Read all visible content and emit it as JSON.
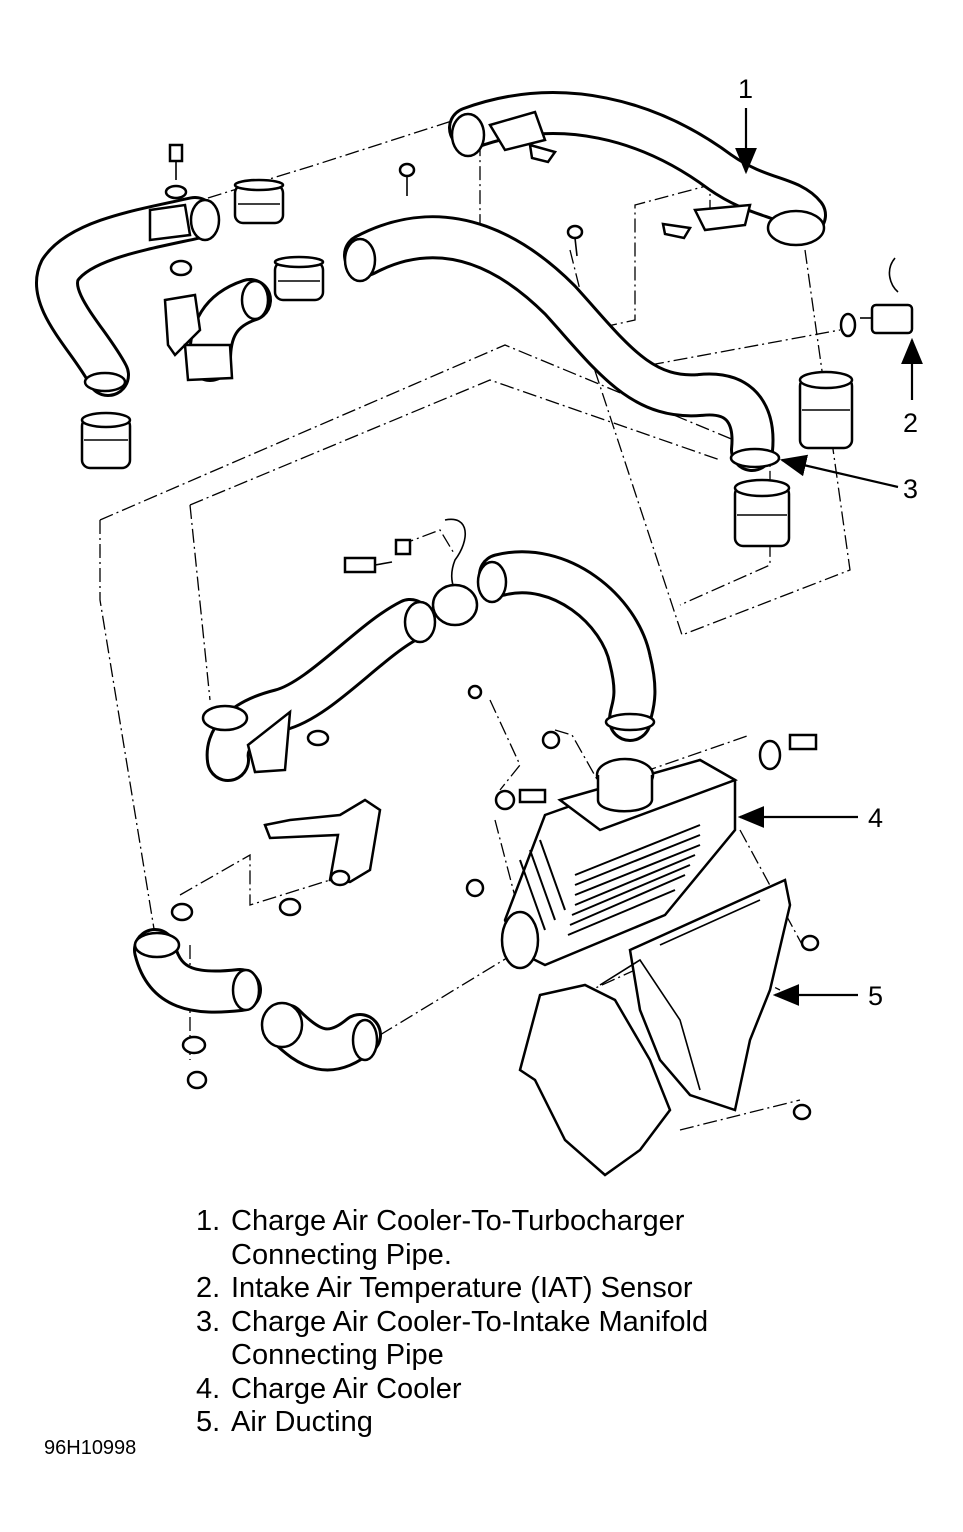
{
  "callouts": [
    {
      "num": "1",
      "text": "Charge Air Cooler-To-Turbocharger\nConnecting Pipe."
    },
    {
      "num": "2",
      "text": "Intake Air Temperature (IAT) Sensor"
    },
    {
      "num": "3",
      "text": "Charge Air Cooler-To-Intake Manifold\nConnecting Pipe"
    },
    {
      "num": "4",
      "text": "Charge Air Cooler"
    },
    {
      "num": "5",
      "text": "Air Ducting"
    }
  ],
  "legend_prefix": [
    "1.",
    "2.",
    "3.",
    "4.",
    "5."
  ],
  "figure_id": "96H10998"
}
